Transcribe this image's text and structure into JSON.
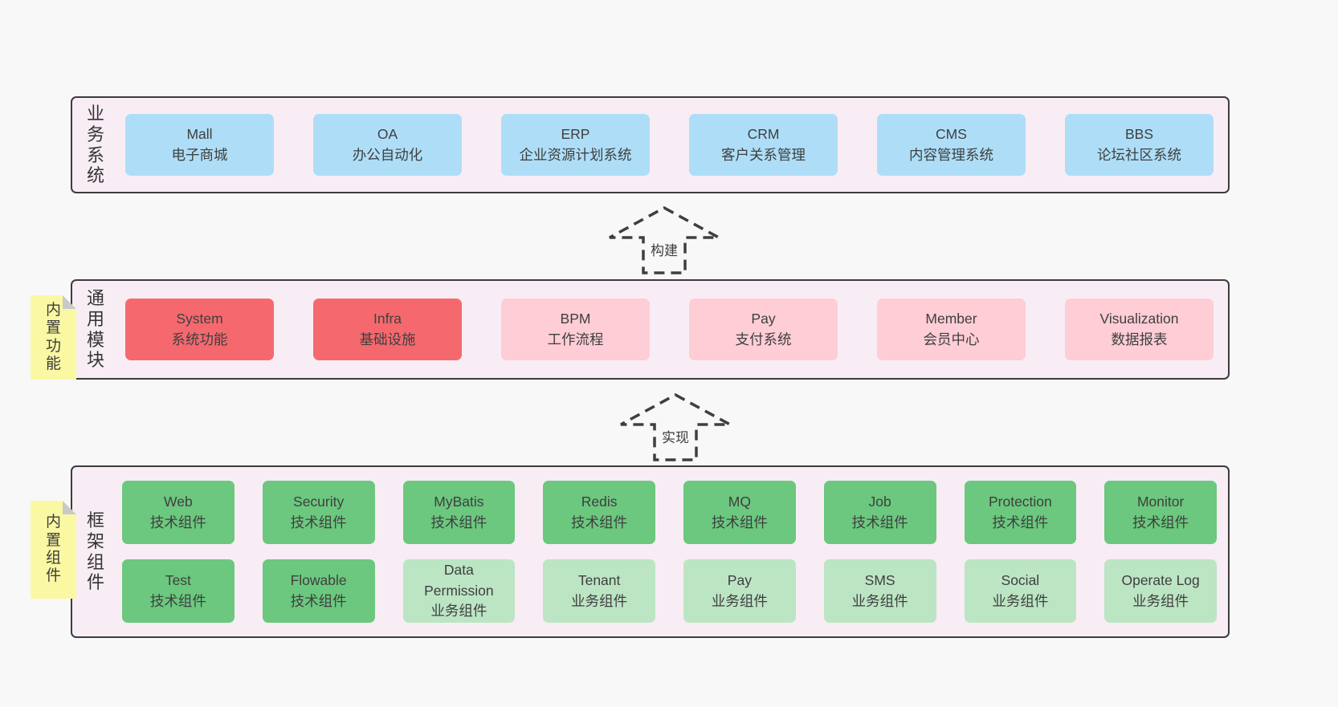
{
  "colors": {
    "page_bg": "#f8f8f8",
    "container_bg": "#f8edf5",
    "container_border": "#3c3c3c",
    "blue_box": "#aedef7",
    "red_box": "#f5696e",
    "pink_box": "#fecdd6",
    "green_box": "#6bc87e",
    "light_green_box": "#bce5c4",
    "note_bg": "#fbf8a3",
    "note_fold": "#c9c9c9",
    "text": "#3f3f3f"
  },
  "arrows": [
    {
      "label": "构建"
    },
    {
      "label": "实现"
    }
  ],
  "layers": [
    {
      "side_label": "业务系统",
      "boxes": [
        {
          "title": "Mall",
          "subtitle": "电子商城"
        },
        {
          "title": "OA",
          "subtitle": "办公自动化"
        },
        {
          "title": "ERP",
          "subtitle": "企业资源计划系统"
        },
        {
          "title": "CRM",
          "subtitle": "客户关系管理"
        },
        {
          "title": "CMS",
          "subtitle": "内容管理系统"
        },
        {
          "title": "BBS",
          "subtitle": "论坛社区系统"
        }
      ]
    },
    {
      "side_label": "通用模块",
      "note": "内置功能",
      "boxes": [
        {
          "title": "System",
          "subtitle": "系统功能"
        },
        {
          "title": "Infra",
          "subtitle": "基础设施"
        },
        {
          "title": "BPM",
          "subtitle": "工作流程"
        },
        {
          "title": "Pay",
          "subtitle": "支付系统"
        },
        {
          "title": "Member",
          "subtitle": "会员中心"
        },
        {
          "title": "Visualization",
          "subtitle": "数据报表"
        }
      ]
    },
    {
      "side_label": "框架组件",
      "note": "内置组件",
      "rows": [
        [
          {
            "title": "Web",
            "subtitle": "技术组件"
          },
          {
            "title": "Security",
            "subtitle": "技术组件"
          },
          {
            "title": "MyBatis",
            "subtitle": "技术组件"
          },
          {
            "title": "Redis",
            "subtitle": "技术组件"
          },
          {
            "title": "MQ",
            "subtitle": "技术组件"
          },
          {
            "title": "Job",
            "subtitle": "技术组件"
          },
          {
            "title": "Protection",
            "subtitle": "技术组件"
          },
          {
            "title": "Monitor",
            "subtitle": "技术组件"
          }
        ],
        [
          {
            "title": "Test",
            "subtitle": "技术组件"
          },
          {
            "title": "Flowable",
            "subtitle": "技术组件"
          },
          {
            "title": "Data Permission",
            "subtitle": "业务组件"
          },
          {
            "title": "Tenant",
            "subtitle": "业务组件"
          },
          {
            "title": "Pay",
            "subtitle": "业务组件"
          },
          {
            "title": "SMS",
            "subtitle": "业务组件"
          },
          {
            "title": "Social",
            "subtitle": "业务组件"
          },
          {
            "title": "Operate Log",
            "subtitle": "业务组件"
          }
        ]
      ]
    }
  ]
}
